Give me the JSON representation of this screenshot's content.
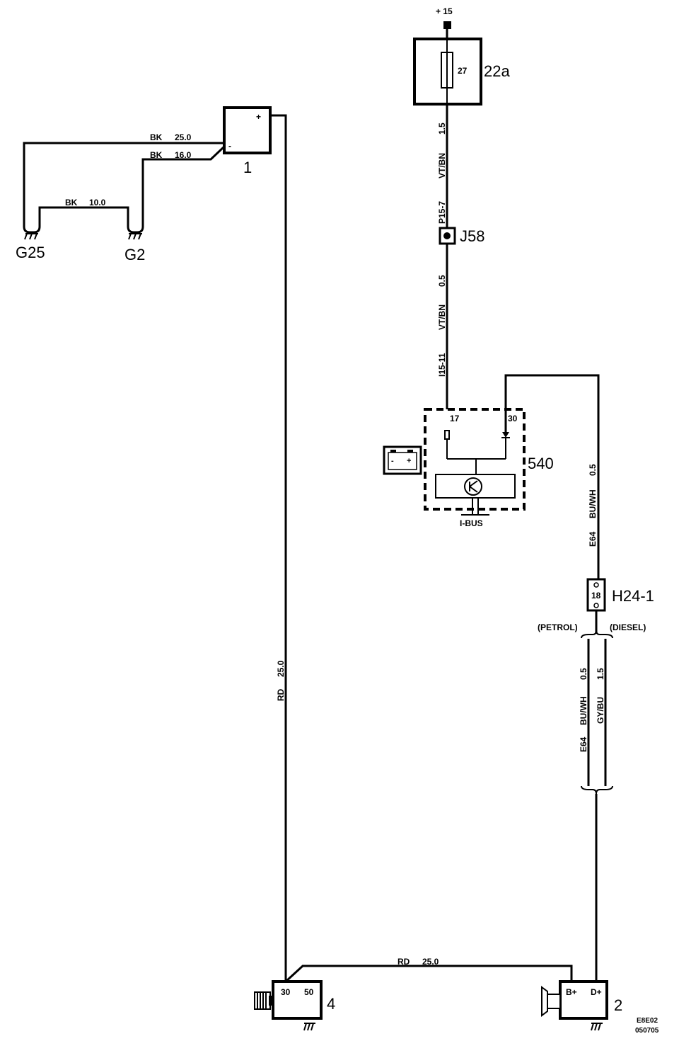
{
  "supply": {
    "label": "+ 15"
  },
  "fuse": {
    "number": "27",
    "id": "22a"
  },
  "components": {
    "battery": {
      "id": "1",
      "plus": "+",
      "minus": "-"
    },
    "starter": {
      "id": "4",
      "pin30": "30",
      "pin50": "50"
    },
    "alternator": {
      "id": "2",
      "pin_bplus": "B+",
      "pin_dplus": "D+"
    },
    "module": {
      "id": "540",
      "pin17": "17",
      "pin30": "30",
      "bus": "I-BUS"
    },
    "splice": {
      "id": "J58"
    },
    "connector": {
      "id": "H24-1",
      "pin": "18"
    }
  },
  "grounds": {
    "g25": "G25",
    "g2": "G2"
  },
  "wires": {
    "bk25_color": "BK",
    "bk25_size": "25.0",
    "bk16_color": "BK",
    "bk16_size": "16.0",
    "bk10_color": "BK",
    "bk10_size": "10.0",
    "rd_main_color": "RD",
    "rd_main_size": "25.0",
    "rd_bottom_color": "RD",
    "rd_bottom_size": "25.0",
    "vt1_size": "1.5",
    "vt1_color": "VT/BN",
    "vt1_conn": "P15-7",
    "vt2_size": "0.5",
    "vt2_color": "VT/BN",
    "vt2_conn": "I15-11",
    "bu_size": "0.5",
    "bu_color": "BU/WH",
    "bu_code": "E64",
    "bu2_size": "0.5",
    "bu2_color": "BU/WH",
    "bu2_code": "E64",
    "gy_size": "1.5",
    "gy_color": "GY/BU"
  },
  "variants": {
    "petrol": "(PETROL)",
    "diesel": "(DIESEL)"
  },
  "footer": {
    "code": "E8E02",
    "date": "050705"
  }
}
